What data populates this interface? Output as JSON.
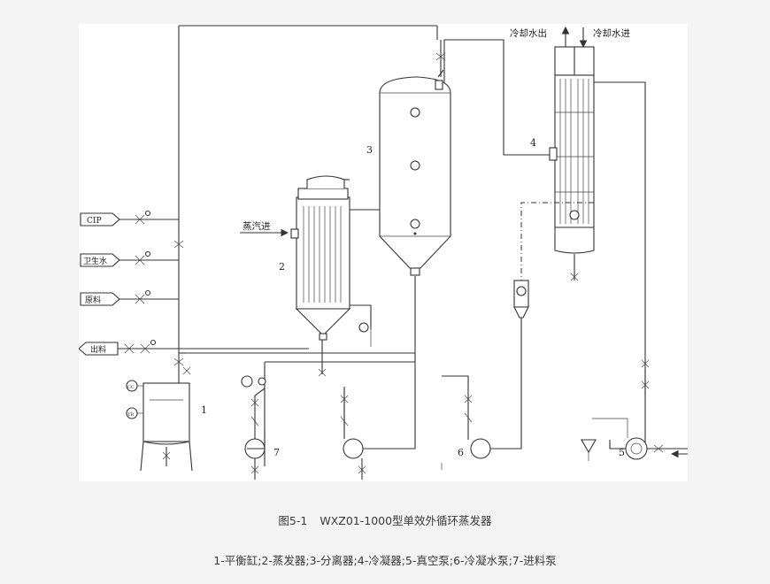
{
  "figure": {
    "caption_number": "图5-1",
    "caption_title": "WXZ01-1000型单效外循环蒸发器",
    "legend": "1-平衡缸;2-蒸发器;3-分离器;4-冷凝器;5-真空泵;6-冷凝水泵;7-进料泵"
  },
  "diagram": {
    "inlets": {
      "cip": "CIP",
      "sanitary_water": "卫生水",
      "raw_material": "原料",
      "discharge": "出料",
      "steam_in": "蒸汽进"
    },
    "cooling_water": {
      "out": "冷却水出",
      "in": "冷却水进"
    },
    "equipment_numbers": {
      "balance_tank": "1",
      "evaporator": "2",
      "separator": "3",
      "condenser": "4",
      "vacuum_pump": "5",
      "condensate_pump": "6",
      "feed_pump": "7"
    },
    "gauges": {
      "cc": "CC",
      "tr": "TR"
    }
  }
}
